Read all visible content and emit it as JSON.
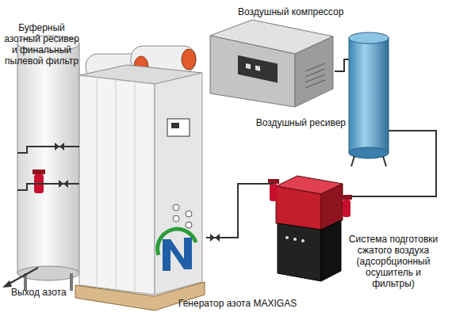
{
  "diagram": {
    "nodes": [
      {
        "text": [
          "Буферный азотный ресивер и финальный пылевой фильтр"
        ]
      },
      {
        "text": [
          "Воздушный компрессор"
        ]
      },
      {
        "text": [
          "Воздушный ресивер"
        ]
      },
      {
        "text": [
          "Система подготовки сжатого воздуха (адсорбционный осушитель и фильтры)"
        ]
      },
      {
        "text": [
          "Генератор азота MAXIGAS"
        ]
      }
    ],
    "edges": [
      {
        "from": 1,
        "to": 2,
        "arrow": "none"
      },
      {
        "from": 2,
        "to": 3,
        "arrow": "none"
      },
      {
        "from": 3,
        "to": 4,
        "arrow": "none"
      },
      {
        "from": 4,
        "to": 0,
        "arrow": "none"
      },
      {
        "from": 4,
        "to": 0,
        "arrow": "none"
      }
    ],
    "labels": [
      "Выход азота"
    ]
  }
}
